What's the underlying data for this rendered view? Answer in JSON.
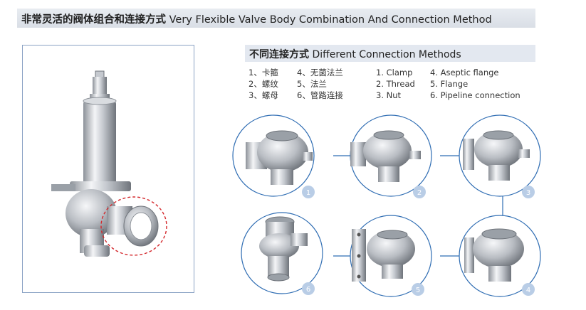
{
  "header": {
    "title_cn": "非常灵活的阀体组合和连接方式",
    "title_en": "Very Flexible Valve Body Combination And Connection Method"
  },
  "subheader": {
    "title_cn": "不同连接方式",
    "title_en": "Different Connection Methods"
  },
  "legend_cn_a": [
    "1、卡箍",
    "2、螺纹",
    "3、螺母"
  ],
  "legend_cn_b": [
    "4、无菌法兰",
    "5、法兰",
    "6、管路连接"
  ],
  "legend_en_a": [
    "1. Clamp",
    "2. Thread",
    "3. Nut"
  ],
  "legend_en_b": [
    "4. Aseptic flange",
    "5. Flange",
    "6. Pipeline connection"
  ],
  "badges": [
    "1",
    "2",
    "3",
    "4",
    "5",
    "6"
  ],
  "colors": {
    "accent": "#2f6db3",
    "badge": "#b9cde6",
    "frame": "#8aa2c4",
    "highlight": "#d4282c"
  }
}
